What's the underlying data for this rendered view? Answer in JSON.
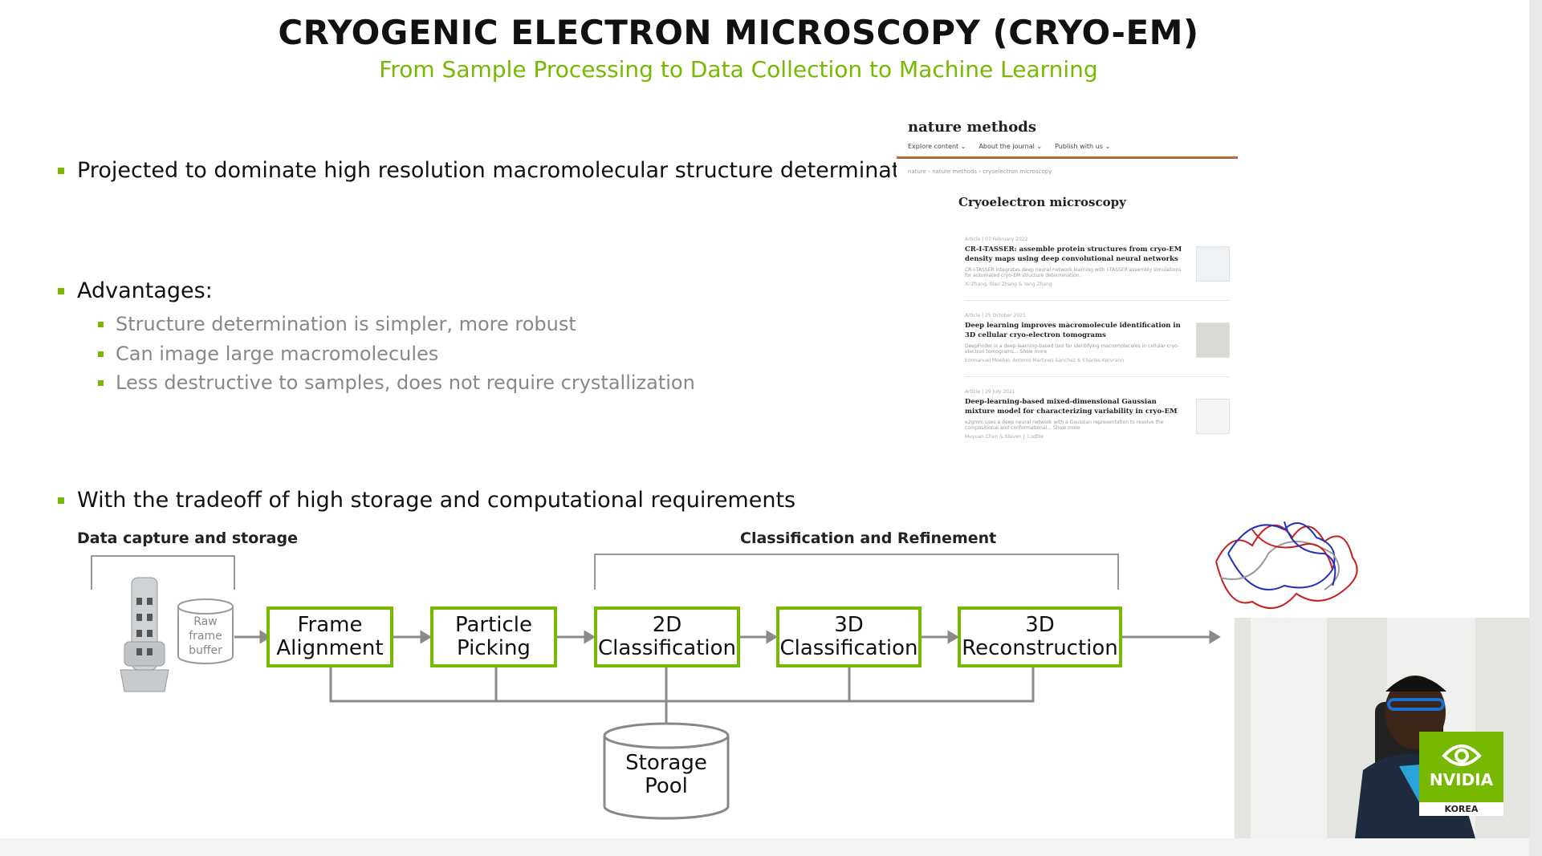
{
  "slide": {
    "title": "CRYOGENIC ELECTRON MICROSCOPY (CRYO-EM)",
    "subtitle": "From Sample Processing to Data Collection to Machine Learning",
    "bullets": [
      "Projected to dominate high resolution macromolecular structure determination",
      "Advantages:",
      "With the tradeoff of high storage and computational requirements"
    ],
    "advantages": [
      "Structure determination is simpler, more robust",
      "Can image large macromolecules",
      "Less destructive to samples, does not require crystallization"
    ]
  },
  "nature_panel": {
    "logo": "nature methods",
    "nav": [
      "Explore content ⌄",
      "About the journal ⌄",
      "Publish with us ⌄"
    ],
    "breadcrumb": "nature  ›  nature methods  ›  cryoelectron microscopy",
    "heading": "Cryoelectron microscopy",
    "articles": [
      {
        "meta": "Article  |  07 February 2022",
        "title": "CR-I-TASSER: assemble protein structures from cryo-EM density maps using deep convolutional neural networks",
        "desc": "CR-I-TASSER integrates deep neural-network learning with I-TASSER assembly simulations for automated cryo-EM structure determination.",
        "authors": "Xi Zhang, Biao Zhang & Yang Zhang"
      },
      {
        "meta": "Article  |  25 October 2021",
        "title": "Deep learning improves macromolecule identification in 3D cellular cryo-electron tomograms",
        "desc": "DeepFinder is a deep-learning-based tool for identifying macromolecules in cellular cryo-electron tomograms... Show more",
        "authors": "Emmanuel Moebel, Antonio Martinez-Sanchez & Charles Kervrann"
      },
      {
        "meta": "Article  |  29 July 2021",
        "title": "Deep-learning-based mixed-dimensional Gaussian mixture model for characterizing variability in cryo-EM",
        "desc": "e2gmm uses a deep neural network with a Gaussian representation to resolve the compositional and conformational... Show more",
        "authors": "Muyuan Chen & Steven J. Ludtke"
      }
    ]
  },
  "diagram": {
    "label_capture": "Data capture and storage",
    "label_classification": "Classification and Refinement",
    "raw_buffer": [
      "Raw",
      "frame",
      "buffer"
    ],
    "steps": [
      [
        "Frame",
        "Alignment"
      ],
      [
        "Particle",
        "Picking"
      ],
      [
        "2D",
        "Classification"
      ],
      [
        "3D",
        "Classification"
      ],
      [
        "3D",
        "Reconstruction"
      ]
    ],
    "storage": [
      "Storage",
      "Pool"
    ]
  },
  "overlay": {
    "brand": "NVIDIA",
    "region": "KOREA",
    "colors": {
      "nvidia_green": "#76b900",
      "title": "#111111",
      "protein_red": "#c81e1e",
      "protein_blue": "#2233bb"
    }
  }
}
